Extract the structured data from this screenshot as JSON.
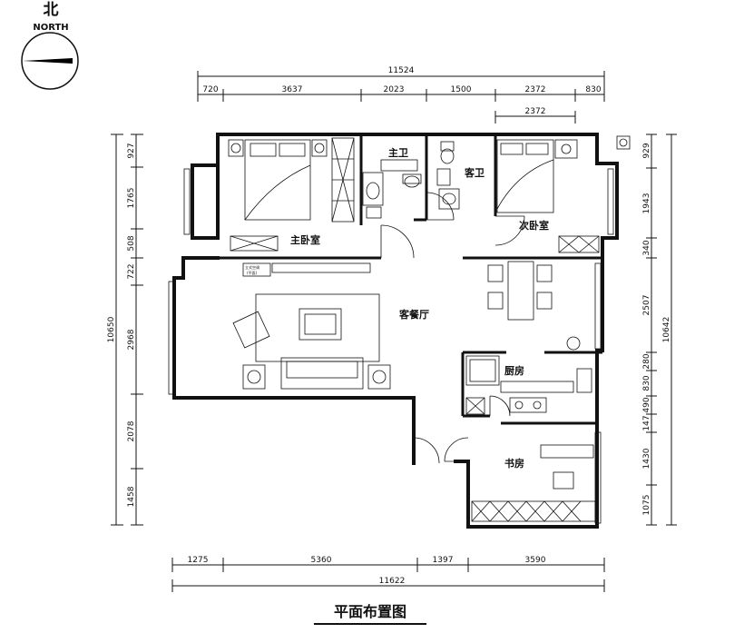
{
  "compass": {
    "cn": "北",
    "en": "NORTH"
  },
  "dims_top": {
    "total": "11524",
    "segments": [
      "720",
      "3637",
      "2023",
      "1500",
      "2372",
      "830"
    ],
    "inner": "2372"
  },
  "dims_bottom": {
    "total": "11622",
    "segments": [
      "1275",
      "5360",
      "1397",
      "3590"
    ]
  },
  "dims_left": {
    "total": "10650",
    "segments": [
      "927",
      "1765",
      "508",
      "722",
      "2968",
      "2078",
      "1458"
    ]
  },
  "dims_right": {
    "total": "10642",
    "segments": [
      "929",
      "1943",
      "340",
      "2507",
      "280",
      "830",
      "490",
      "147",
      "1430",
      "1075"
    ]
  },
  "rooms": {
    "master_bedroom": "主卧室",
    "master_bath": "主卫",
    "guest_bath": "客卫",
    "second_bedroom": "次卧室",
    "living_dining": "客餐厅",
    "kitchen": "厨房",
    "study": "书房"
  },
  "labels": {
    "wardrobe_note_1": "立式空调",
    "wardrobe_note_2": "(平面)"
  },
  "title": "平面布置图"
}
